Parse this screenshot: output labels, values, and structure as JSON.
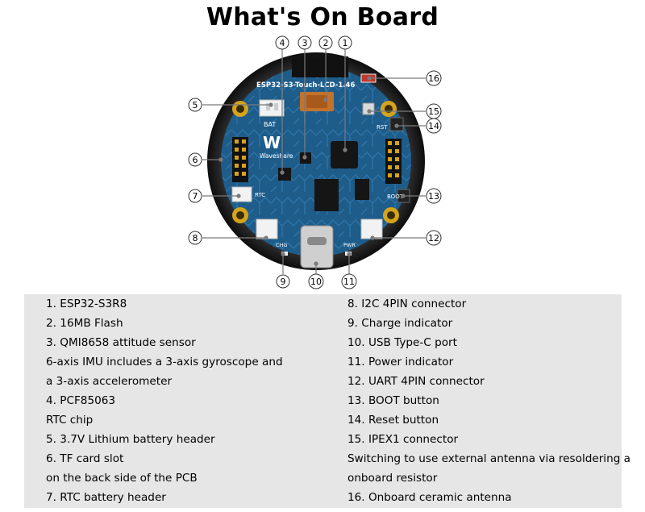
{
  "title": "What's On Board",
  "board": {
    "model_label": "ESP32-S3-Touch-LCD-1.46",
    "brand_label": "Waveshare",
    "bat_label": "BAT",
    "rtc_label": "RTC",
    "chg_label": "CHG",
    "pwr_label": "PWR",
    "boot_label": "BOOT",
    "rst_label": "RST"
  },
  "callouts": [
    "1",
    "2",
    "3",
    "4",
    "5",
    "6",
    "7",
    "8",
    "9",
    "10",
    "11",
    "12",
    "13",
    "14",
    "15",
    "16"
  ],
  "legend": {
    "left": [
      "1. ESP32-S3R8",
      "2. 16MB Flash",
      "3. QMI8658 attitude sensor",
      "6-axis IMU includes a 3-axis gyroscope and",
      "a 3-axis accelerometer",
      "4. PCF85063",
      "RTC chip",
      "5. 3.7V Lithium battery header",
      "6. TF card slot",
      "on the back side of the PCB",
      "7. RTC battery header"
    ],
    "right": [
      "8. I2C 4PIN connector",
      "9. Charge indicator",
      "10. USB Type-C port",
      "11. Power indicator",
      "12. UART 4PIN connector",
      "13. BOOT button",
      "14. Reset button",
      "15. IPEX1 connector",
      "Switching to use external antenna via resoldering a",
      "onboard resistor",
      "16. Onboard ceramic antenna"
    ]
  },
  "colors": {
    "pcb": "#1e5c8a",
    "pcb_pattern": "#2a6fa3",
    "rim": "#1a1a1a",
    "connector": "#f2f2f2",
    "gold": "#d4a41c",
    "legend_bg": "#e6e6e6"
  }
}
